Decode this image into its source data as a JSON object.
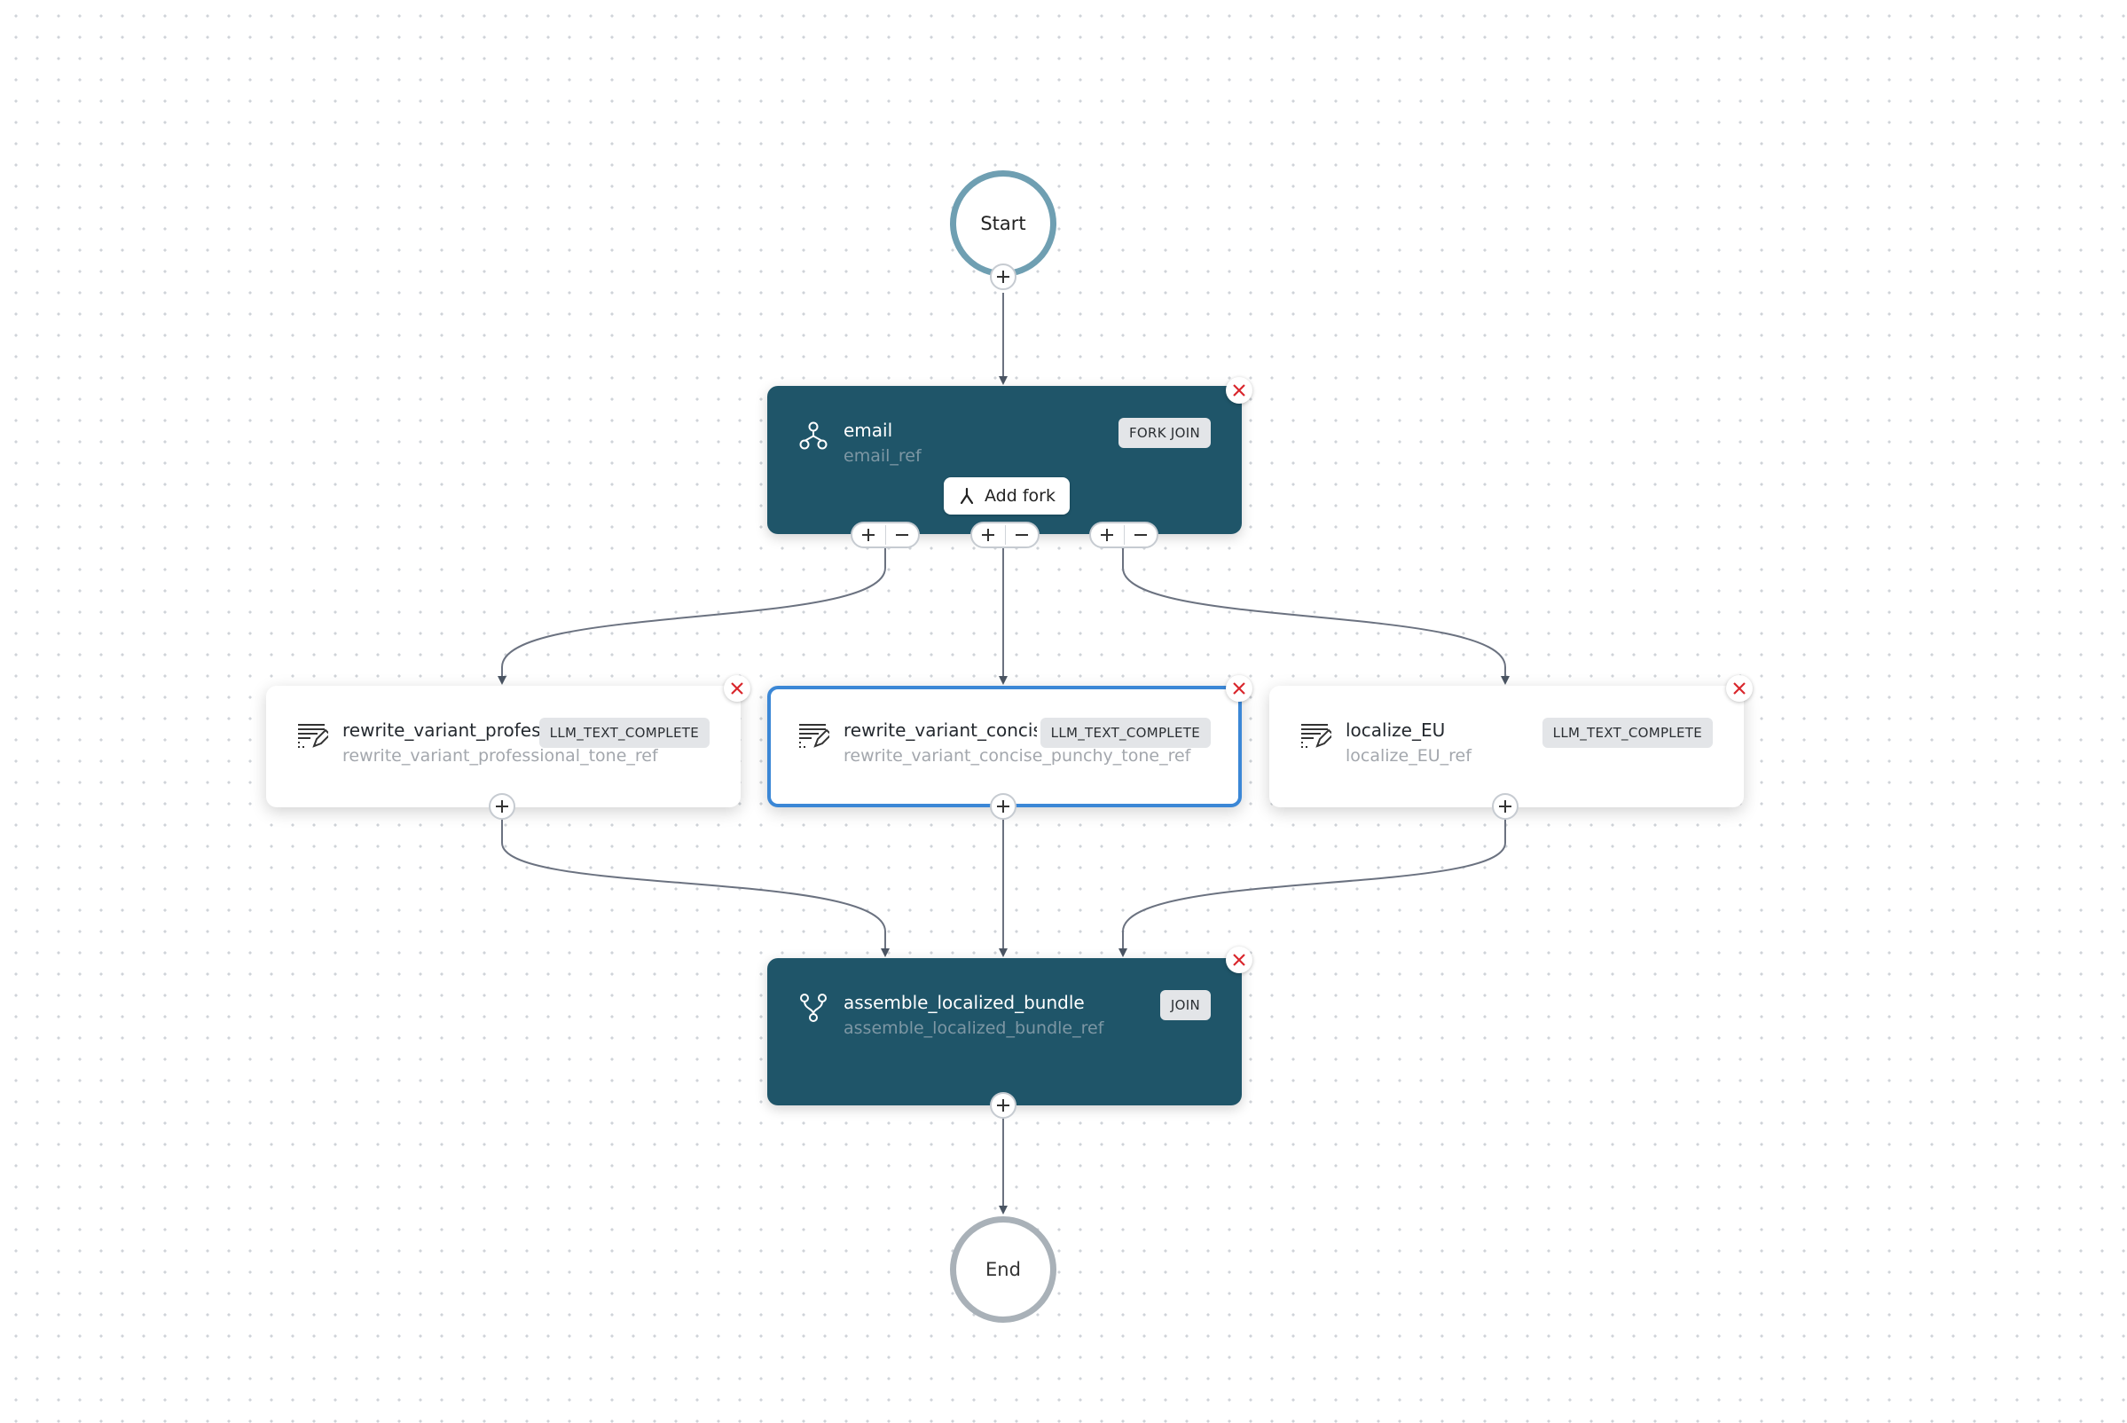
{
  "start": {
    "label": "Start"
  },
  "end": {
    "label": "End"
  },
  "fork_node": {
    "title": "email",
    "ref": "email_ref",
    "badge": "FORK JOIN",
    "add_fork_label": "Add fork",
    "icon": "fork-icon"
  },
  "tasks": [
    {
      "title": "rewrite_variant_profes",
      "ref": "rewrite_variant_professional_tone_ref",
      "badge": "LLM_TEXT_COMPLETE",
      "icon": "llm-text-icon",
      "selected": false
    },
    {
      "title": "rewrite_variant_concis",
      "ref": "rewrite_variant_concise_punchy_tone_ref",
      "badge": "LLM_TEXT_COMPLETE",
      "icon": "llm-text-icon",
      "selected": true
    },
    {
      "title": "localize_EU",
      "ref": "localize_EU_ref",
      "badge": "LLM_TEXT_COMPLETE",
      "icon": "llm-text-icon",
      "selected": false
    }
  ],
  "join_node": {
    "title": "assemble_localized_bundle",
    "ref": "assemble_localized_bundle_ref",
    "badge": "JOIN",
    "icon": "join-icon"
  },
  "colors": {
    "dark_node": "#1f5569",
    "start_ring": "#6f9fb2",
    "end_ring": "#a9b1b8",
    "selected_border": "#3b87d6",
    "remove_x": "#d9262c",
    "edge": "#6b7280"
  }
}
